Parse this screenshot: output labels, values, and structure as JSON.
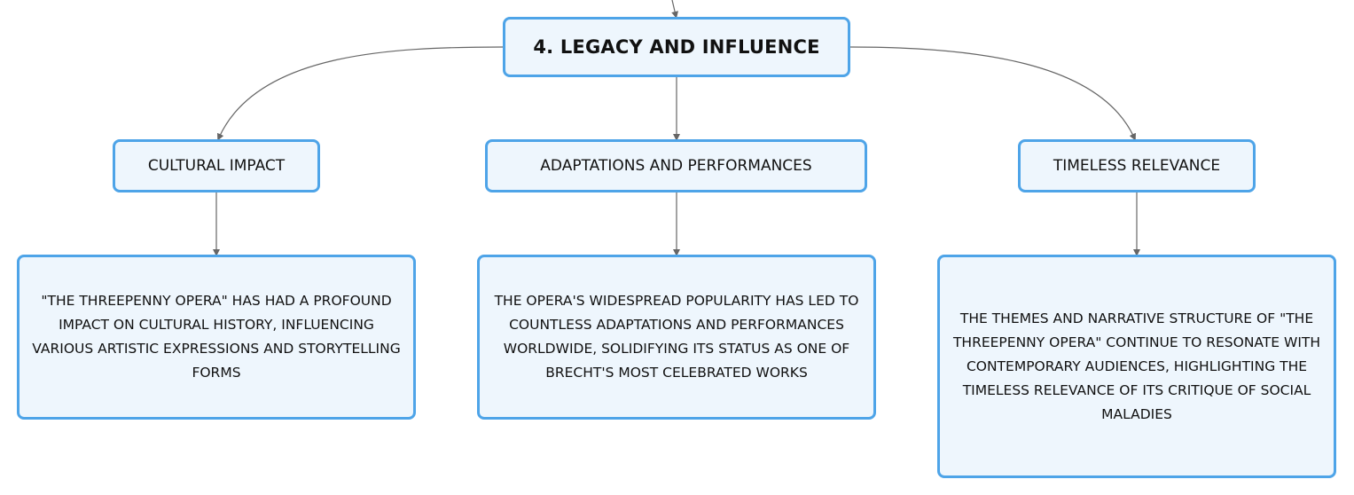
{
  "root": {
    "label": "4. LEGACY AND INFLUENCE"
  },
  "branches": [
    {
      "label": "CULTURAL IMPACT",
      "detail": "\"THE THREEPENNY OPERA\" HAS HAD A PROFOUND IMPACT ON CULTURAL HISTORY, INFLUENCING VARIOUS ARTISTIC EXPRESSIONS AND STORYTELLING FORMS"
    },
    {
      "label": "ADAPTATIONS AND PERFORMANCES",
      "detail": "THE OPERA'S WIDESPREAD POPULARITY HAS LED TO COUNTLESS ADAPTATIONS AND PERFORMANCES WORLDWIDE, SOLIDIFYING ITS STATUS AS ONE OF BRECHT'S MOST CELEBRATED WORKS"
    },
    {
      "label": "TIMELESS RELEVANCE",
      "detail": "THE THEMES AND NARRATIVE STRUCTURE OF \"THE THREEPENNY OPERA\" CONTINUE TO RESONATE WITH CONTEMPORARY AUDIENCES, HIGHLIGHTING THE TIMELESS RELEVANCE OF ITS CRITIQUE OF SOCIAL MALADIES"
    }
  ],
  "colors": {
    "node_border": "#4ea4e8",
    "node_fill": "#eef6fd",
    "connector": "#666666",
    "text": "#111111"
  }
}
